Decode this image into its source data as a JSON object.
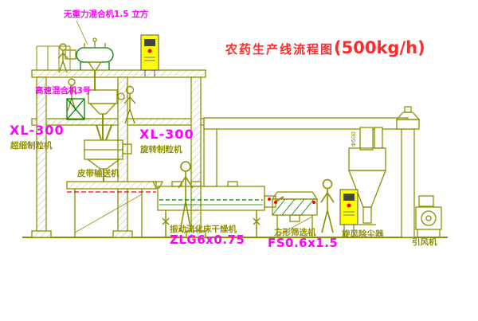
{
  "title": {
    "text": "农药生产线流程图",
    "capacity": "(500kg/h)"
  },
  "equipment": {
    "gravity_mixer": {
      "label": "无重力混合机1.5 立方"
    },
    "high_speed_mixer": {
      "label": "高速混合机3号"
    },
    "granulator_left": {
      "model": "XL-300",
      "name": "超细制粒机"
    },
    "granulator_mid": {
      "model": "XL-300",
      "name": "旋转制粒机"
    },
    "belt_conveyor": {
      "name": "皮带输送机"
    },
    "dryer": {
      "name": "振动流化床干燥机",
      "model": "ZLG6x0.75"
    },
    "sieve": {
      "name": "方形筛选机",
      "model": "FS0.6x1.5"
    },
    "cyclone": {
      "name": "旋风除尘器",
      "duct_size": "Φ500"
    },
    "fan": {
      "name": "引风机"
    }
  },
  "colors": {
    "line": "#8f8f00",
    "accent_green": "#008000",
    "label_magenta": "#ff00ff",
    "title_red": "#ff2a2a",
    "panel_yellow": "#ffff00",
    "indicator_red": "#ff0000",
    "hatch_gray": "#b5b5b5"
  }
}
